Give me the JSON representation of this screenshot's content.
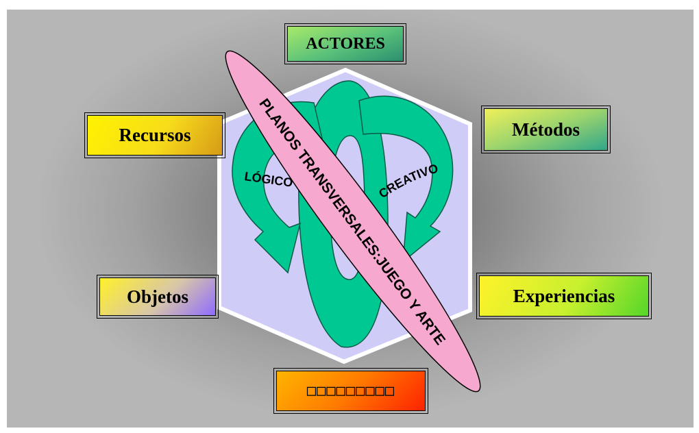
{
  "diagram": {
    "boxes": {
      "actores": "ACTORES",
      "recursos": "Recursos",
      "metodos": "Métodos",
      "objetos": "Objetos",
      "experiencias": "Experiencias",
      "bottom": "□□□□□□□□□"
    },
    "arrow_labels": {
      "logico": "LÓGICO",
      "creativo": "CREATIVO"
    },
    "ellipse_label": "PLANOS TRANSVERSALES:JUEGO Y ARTE"
  },
  "colors": {
    "hexagon_fill": "#cfcdf8",
    "arrow_fill": "#00c893",
    "arrow_stroke": "#0a5a46",
    "ellipse_fill": "#f6a8cf",
    "ellipse_stroke": "#000000"
  }
}
